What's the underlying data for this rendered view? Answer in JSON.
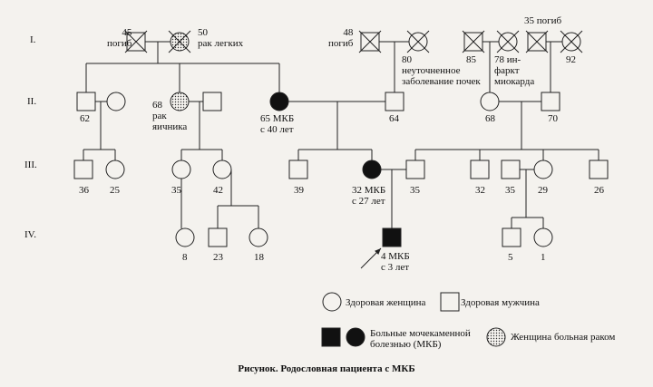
{
  "generations": [
    "I.",
    "II.",
    "III.",
    "IV."
  ],
  "individuals": [
    {
      "id": "I-1",
      "sex": "male",
      "status": "deceased",
      "label": "45\nпогиб"
    },
    {
      "id": "I-2",
      "sex": "female",
      "status": "cancer-deceased",
      "label": "50\nрак легких"
    },
    {
      "id": "I-3",
      "sex": "male",
      "status": "deceased",
      "label": "48\nпогиб"
    },
    {
      "id": "I-4",
      "sex": "female",
      "status": "deceased",
      "label": "80\nнеуточненное\nзаболевание почек"
    },
    {
      "id": "I-5",
      "sex": "male",
      "status": "deceased",
      "label": "85"
    },
    {
      "id": "I-6",
      "sex": "female",
      "status": "deceased",
      "label": "78 ин-\nфаркт\nмиокарда"
    },
    {
      "id": "I-7",
      "sex": "male",
      "status": "deceased",
      "label": "35 погиб"
    },
    {
      "id": "I-8",
      "sex": "female",
      "status": "deceased",
      "label": "92"
    },
    {
      "id": "II-1",
      "sex": "male",
      "status": "healthy",
      "label": "62"
    },
    {
      "id": "II-2",
      "sex": "female",
      "status": "healthy",
      "label": ""
    },
    {
      "id": "II-3",
      "sex": "female",
      "status": "cancer",
      "label": "68\nрак\nяичника"
    },
    {
      "id": "II-4",
      "sex": "male",
      "status": "healthy",
      "label": ""
    },
    {
      "id": "II-5",
      "sex": "female",
      "status": "affected",
      "label": "65 МКБ\nс 40 лет"
    },
    {
      "id": "II-6",
      "sex": "male",
      "status": "healthy",
      "label": "64"
    },
    {
      "id": "II-7",
      "sex": "female",
      "status": "healthy",
      "label": "68"
    },
    {
      "id": "II-8",
      "sex": "male",
      "status": "healthy",
      "label": "70"
    },
    {
      "id": "III-1",
      "sex": "male",
      "status": "healthy",
      "label": "36"
    },
    {
      "id": "III-2",
      "sex": "female",
      "status": "healthy",
      "label": "25"
    },
    {
      "id": "III-3",
      "sex": "female",
      "status": "healthy",
      "label": "35"
    },
    {
      "id": "III-4",
      "sex": "female",
      "status": "healthy",
      "label": "42"
    },
    {
      "id": "III-5",
      "sex": "male",
      "status": "healthy",
      "label": "39"
    },
    {
      "id": "III-6",
      "sex": "female",
      "status": "affected",
      "label": "32 МКБ\nс 27 лет"
    },
    {
      "id": "III-7",
      "sex": "male",
      "status": "healthy",
      "label": "35"
    },
    {
      "id": "III-8",
      "sex": "male",
      "status": "healthy",
      "label": "32"
    },
    {
      "id": "III-9",
      "sex": "male",
      "status": "healthy",
      "label": "35"
    },
    {
      "id": "III-10",
      "sex": "female",
      "status": "healthy",
      "label": "29"
    },
    {
      "id": "III-11",
      "sex": "male",
      "status": "healthy",
      "label": "26"
    },
    {
      "id": "IV-1",
      "sex": "female",
      "status": "healthy",
      "label": "8"
    },
    {
      "id": "IV-2",
      "sex": "male",
      "status": "healthy",
      "label": "23"
    },
    {
      "id": "IV-3",
      "sex": "female",
      "status": "healthy",
      "label": "18"
    },
    {
      "id": "IV-4",
      "sex": "male",
      "status": "affected-proband",
      "label": "4 МКБ\nс 3 лет"
    },
    {
      "id": "IV-5",
      "sex": "male",
      "status": "healthy",
      "label": "5"
    },
    {
      "id": "IV-6",
      "sex": "female",
      "status": "healthy",
      "label": "1"
    }
  ],
  "legend": {
    "healthy_female": "Здоровая женщина",
    "healthy_male": "Здоровая мужчина",
    "affected": "Больные мочекаменной\nболезнью (МКБ)",
    "cancer_female": "Женщина больная раком"
  },
  "caption": "Рисунок. Родословная пациента с МКБ",
  "colors": {
    "line": "#222222",
    "affected": "#111111",
    "background": "#f4f2ee"
  }
}
